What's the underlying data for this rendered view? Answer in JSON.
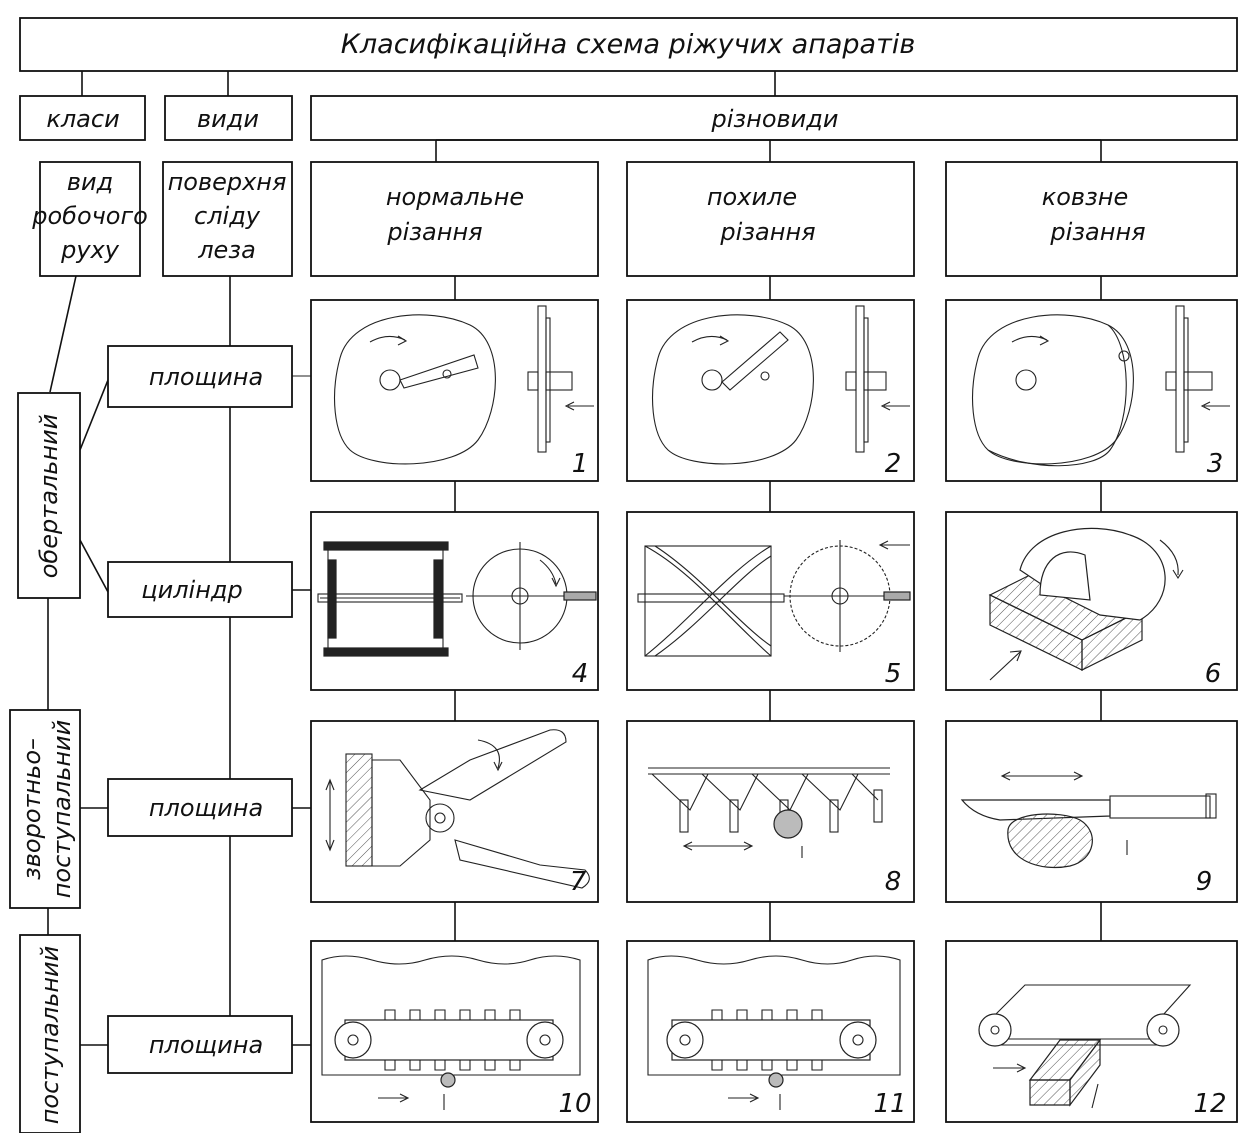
{
  "title": "Класифікаційна схема ріжучих апаратів",
  "headers": {
    "classes": "класи",
    "types": "види",
    "varieties": "різновиди"
  },
  "classes_header": [
    "вид",
    "робочого",
    "руху"
  ],
  "types_header": [
    "поверхня",
    "сліду",
    "леза"
  ],
  "varieties": [
    [
      "нормальне",
      "різання"
    ],
    [
      "похиле",
      "різання"
    ],
    [
      "ковзне",
      "різання"
    ]
  ],
  "motion_classes": [
    "обертальний",
    "зворотньо–",
    "поступальний",
    "поступальний"
  ],
  "surface_types": [
    "площина",
    "циліндр",
    "площина",
    "площина"
  ],
  "cell_numbers": [
    "1",
    "2",
    "3",
    "4",
    "5",
    "6",
    "7",
    "8",
    "9",
    "10",
    "11",
    "12"
  ]
}
